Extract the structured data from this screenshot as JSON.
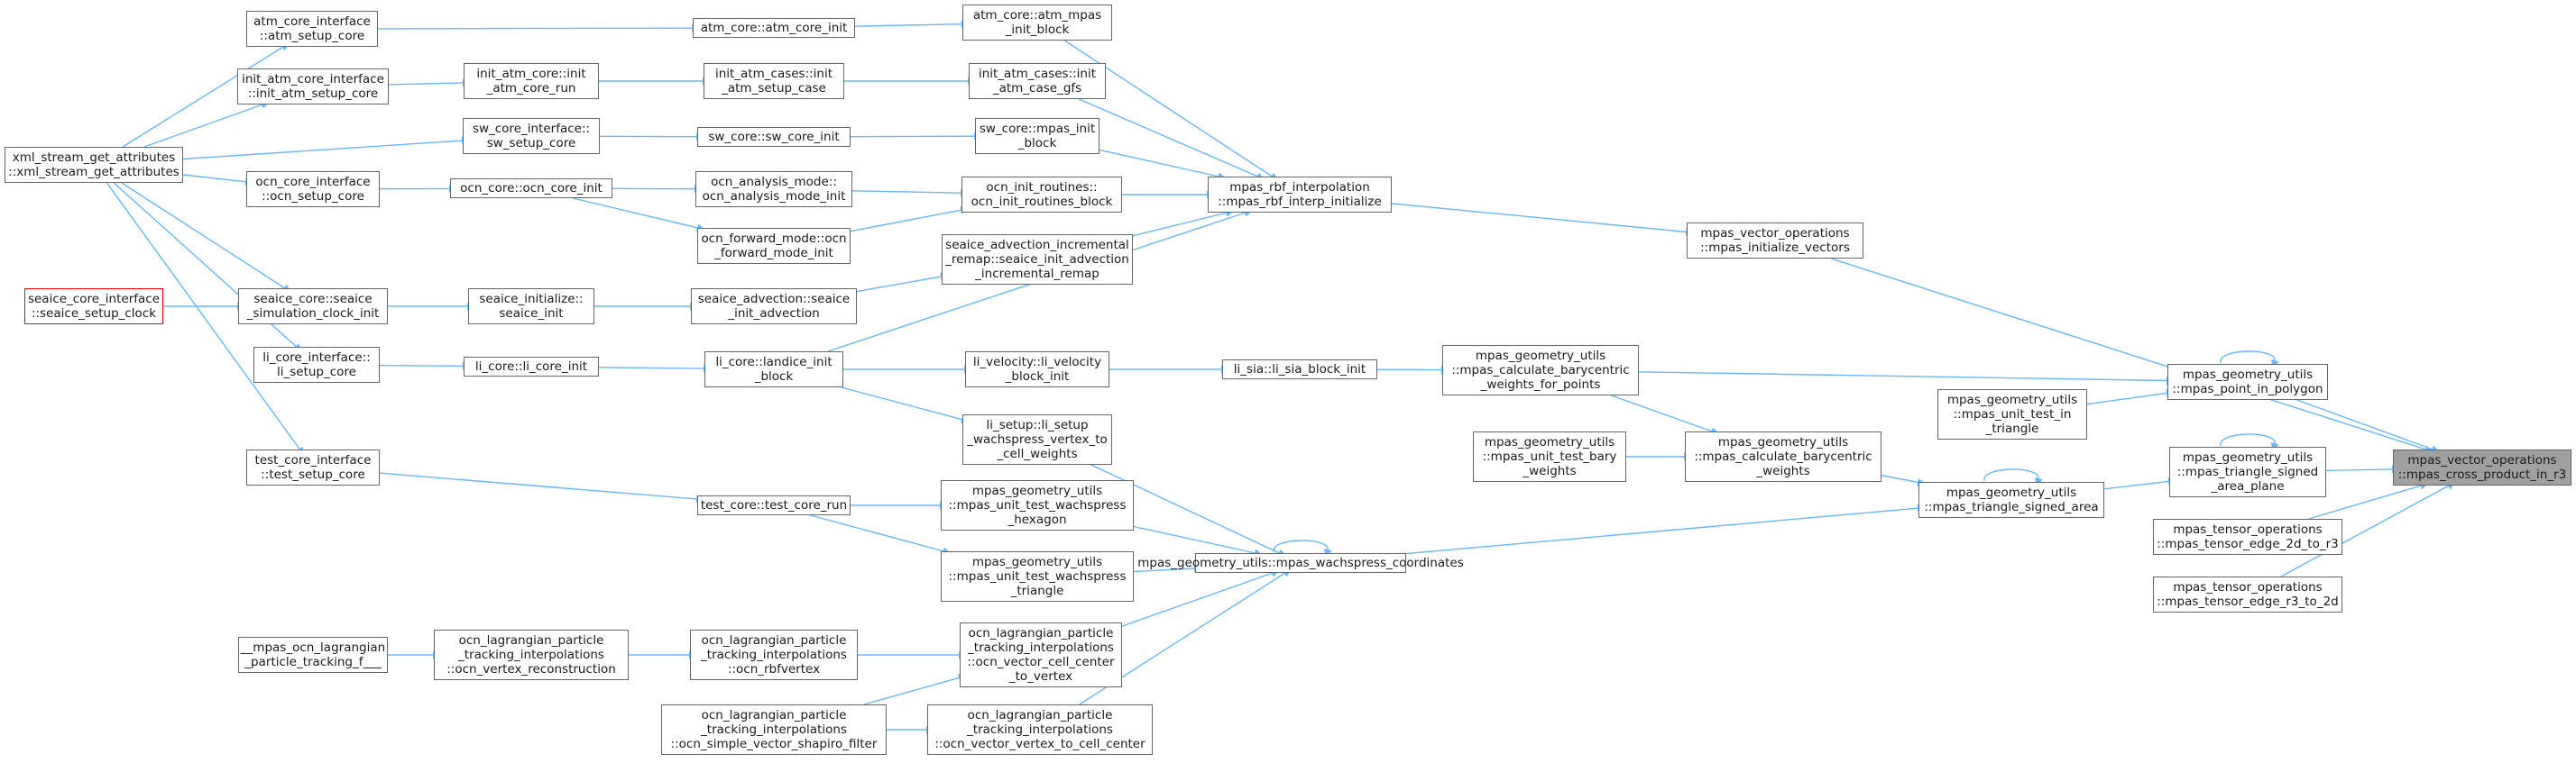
{
  "colors": {
    "edge": "#63b8ff",
    "node_border": "#666666",
    "highlight_border": "#ff0000",
    "root_fill": "#a0a0a0"
  },
  "nodes": {
    "cross": [
      "mpas_vector_operations",
      "::mpas_cross_product_in_r3"
    ],
    "init_vec": [
      "mpas_vector_operations",
      "::mpas_initialize_vectors"
    ],
    "rbf": [
      "mpas_rbf_interpolation",
      "::mpas_rbf_interp_initialize"
    ],
    "atm_mpas_init": [
      "atm_core::atm_mpas",
      "_init_block"
    ],
    "atm_core_init": [
      "atm_core::atm_core_init"
    ],
    "atm_setup_core": [
      "atm_core_interface",
      "::atm_setup_core"
    ],
    "xml": [
      "xml_stream_get_attributes",
      "::xml_stream_get_attributes"
    ],
    "init_atm_case_gfs": [
      "init_atm_cases::init",
      "_atm_case_gfs"
    ],
    "init_atm_setup_case": [
      "init_atm_cases::init",
      "_atm_setup_case"
    ],
    "init_atm_core_run": [
      "init_atm_core::init",
      "_atm_core_run"
    ],
    "init_atm_setup_core": [
      "init_atm_core_interface",
      "::init_atm_setup_core"
    ],
    "sw_mpas_init": [
      "sw_core::mpas_init",
      "_block"
    ],
    "sw_core_init": [
      "sw_core::sw_core_init"
    ],
    "sw_setup_core": [
      "sw_core_interface::",
      "sw_setup_core"
    ],
    "ocn_init_routines": [
      "ocn_init_routines::",
      "ocn_init_routines_block"
    ],
    "ocn_analysis": [
      "ocn_analysis_mode::",
      "ocn_analysis_mode_init"
    ],
    "ocn_core_init": [
      "ocn_core::ocn_core_init"
    ],
    "ocn_setup_core": [
      "ocn_core_interface",
      "::ocn_setup_core"
    ],
    "ocn_forward": [
      "ocn_forward_mode::ocn",
      "_forward_mode_init"
    ],
    "seaice_adv_remap": [
      "seaice_advection_incremental",
      "_remap::seaice_init_advection",
      "_incremental_remap"
    ],
    "seaice_init_adv": [
      "seaice_advection::seaice",
      "_init_advection"
    ],
    "seaice_init": [
      "seaice_initialize::",
      "seaice_init"
    ],
    "seaice_sim_clock": [
      "seaice_core::seaice",
      "_simulation_clock_init"
    ],
    "seaice_setup_clock": [
      "seaice_core_interface",
      "::seaice_setup_clock"
    ],
    "li_landice": [
      "li_core::landice_init",
      "_block"
    ],
    "li_core_init": [
      "li_core::li_core_init"
    ],
    "li_setup_core": [
      "li_core_interface::",
      "li_setup_core"
    ],
    "li_velocity": [
      "li_velocity::li_velocity",
      "_block_init"
    ],
    "li_sia": [
      "li_sia::li_sia_block_init"
    ],
    "calc_bary_pts": [
      "mpas_geometry_utils",
      "::mpas_calculate_barycentric",
      "_weights_for_points"
    ],
    "point_in_polygon": [
      "mpas_geometry_utils",
      "::mpas_point_in_polygon"
    ],
    "unit_test_tri": [
      "mpas_geometry_utils",
      "::mpas_unit_test_in",
      "_triangle"
    ],
    "li_setup_wach": [
      "li_setup::li_setup",
      "_wachspress_vertex_to",
      "_cell_weights"
    ],
    "unit_test_bary": [
      "mpas_geometry_utils",
      "::mpas_unit_test_bary",
      "_weights"
    ],
    "calc_bary": [
      "mpas_geometry_utils",
      "::mpas_calculate_barycentric",
      "_weights"
    ],
    "tri_signed_area_plane": [
      "mpas_geometry_utils",
      "::mpas_triangle_signed",
      "_area_plane"
    ],
    "tri_signed_area": [
      "mpas_geometry_utils",
      "::mpas_triangle_signed_area"
    ],
    "test_setup_core": [
      "test_core_interface",
      "::test_setup_core"
    ],
    "test_core_run": [
      "test_core::test_core_run"
    ],
    "wach_hex": [
      "mpas_geometry_utils",
      "::mpas_unit_test_wachspress",
      "_hexagon"
    ],
    "wach_coords": [
      "mpas_geometry_utils::mpas_wachspress_coordinates"
    ],
    "wach_tri": [
      "mpas_geometry_utils",
      "::mpas_unit_test_wachspress",
      "_triangle"
    ],
    "tensor_2d_r3": [
      "mpas_tensor_operations",
      "::mpas_tensor_edge_2d_to_r3"
    ],
    "tensor_r3_2d": [
      "mpas_tensor_operations",
      "::mpas_tensor_edge_r3_to_2d"
    ],
    "ocn_lag_track": [
      "__mpas_ocn_lagrangian",
      "_particle_tracking_f___"
    ],
    "ocn_vertex_recon": [
      "ocn_lagrangian_particle",
      "_tracking_interpolations",
      "::ocn_vertex_reconstruction"
    ],
    "ocn_rbfvertex": [
      "ocn_lagrangian_particle",
      "_tracking_interpolations",
      "::ocn_rbfvertex"
    ],
    "ocn_cell_to_vertex": [
      "ocn_lagrangian_particle",
      "_tracking_interpolations",
      "::ocn_vector_cell_center",
      "_to_vertex"
    ],
    "ocn_shapiro": [
      "ocn_lagrangian_particle",
      "_tracking_interpolations",
      "::ocn_simple_vector_shapiro_filter"
    ],
    "ocn_vertex_to_cell": [
      "ocn_lagrangian_particle",
      "_tracking_interpolations",
      "::ocn_vector_vertex_to_cell_center"
    ]
  }
}
